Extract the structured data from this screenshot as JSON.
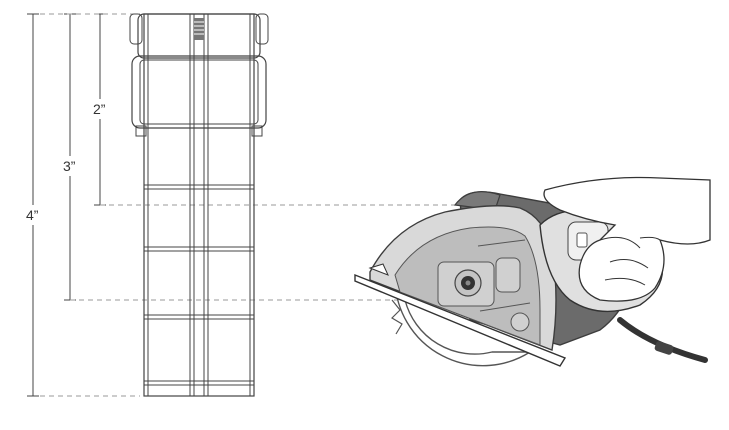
{
  "dimensions": [
    {
      "label": "2”"
    },
    {
      "label": "3”"
    },
    {
      "label": "4”"
    }
  ],
  "colors": {
    "line": "#444444",
    "dash": "#999999",
    "saw_body_dark": "#6b6b6b",
    "saw_guard_light": "#d9d9d9",
    "saw_inner": "#bdbdbd",
    "background": "#ffffff"
  }
}
